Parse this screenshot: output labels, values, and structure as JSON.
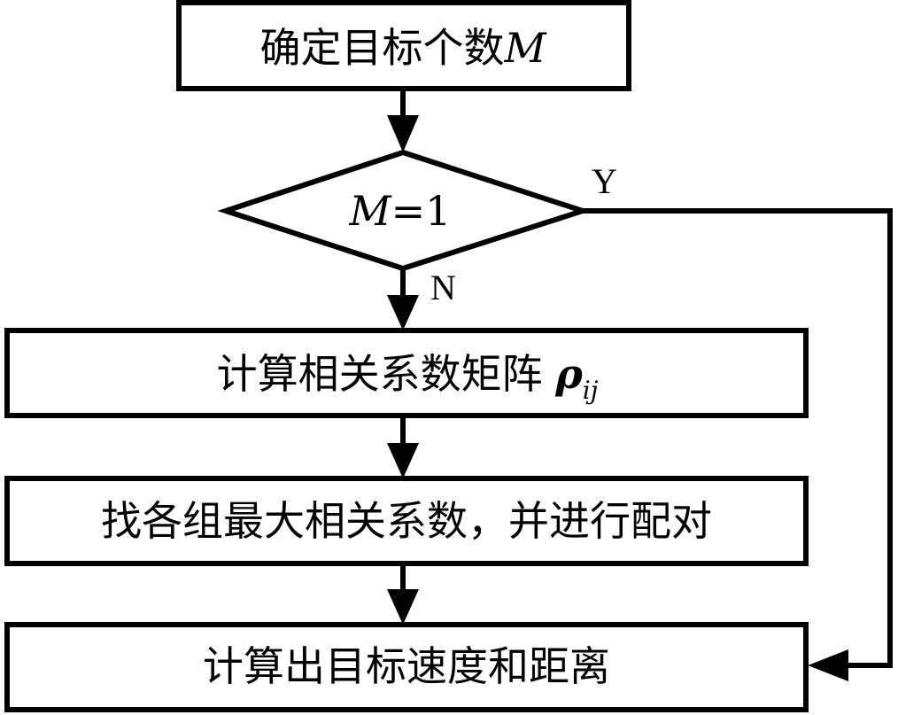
{
  "flowchart": {
    "step1": {
      "text": "确定目标个数",
      "var": "M"
    },
    "decision": {
      "var": "M",
      "rest": "=1"
    },
    "label_yes": "Y",
    "label_no": "N",
    "step2": {
      "text": "计算相关系数矩阵 ",
      "symbol": "ρ",
      "subscript": "ij"
    },
    "step3": {
      "text": "找各组最大相关系数，并进行配对"
    },
    "step4": {
      "text": "计算出目标速度和距离"
    }
  }
}
